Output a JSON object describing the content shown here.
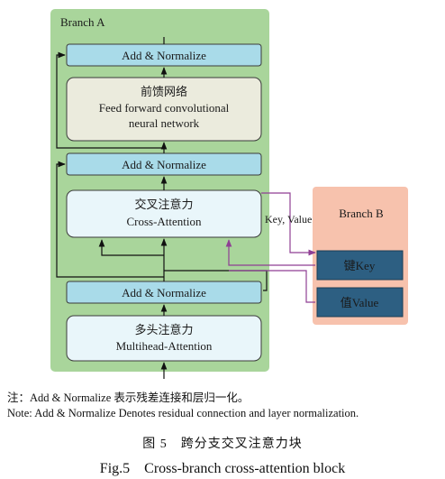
{
  "branch_a": {
    "label": "Branch A"
  },
  "branch_b": {
    "label": "Branch B"
  },
  "blocks": {
    "add_norm_top": "Add & Normalize",
    "ffn_line1": "前馈网络",
    "ffn_line2": "Feed forward convolutional",
    "ffn_line3": "neural network",
    "add_norm_mid": "Add & Normalize",
    "cross_attn_line1": "交叉注意力",
    "cross_attn_line2": "Cross-Attention",
    "add_norm_bottom": "Add & Normalize",
    "mha_line1": "多头注意力",
    "mha_line2": "Multihead-Attention",
    "key": "键Key",
    "value": "值Value"
  },
  "edge_label": "Key, Value",
  "colors": {
    "branch_a_bg": "#a9d59b",
    "branch_b_bg": "#f7c2ad",
    "add_norm": "#a9dbe9",
    "ffn": "#ebebdd",
    "attention": "#e9f6fa",
    "kv_box": "#2d5f82",
    "purple_arrow": "#8f3f94"
  },
  "caption": {
    "note_cn": "注：Add & Normalize 表示残差连接和层归一化。",
    "note_en": "Note: Add & Normalize Denotes residual connection and layer normalization.",
    "fig_cn": "图 5　跨分支交叉注意力块",
    "fig_en": "Fig.5　Cross-branch cross-attention block"
  }
}
